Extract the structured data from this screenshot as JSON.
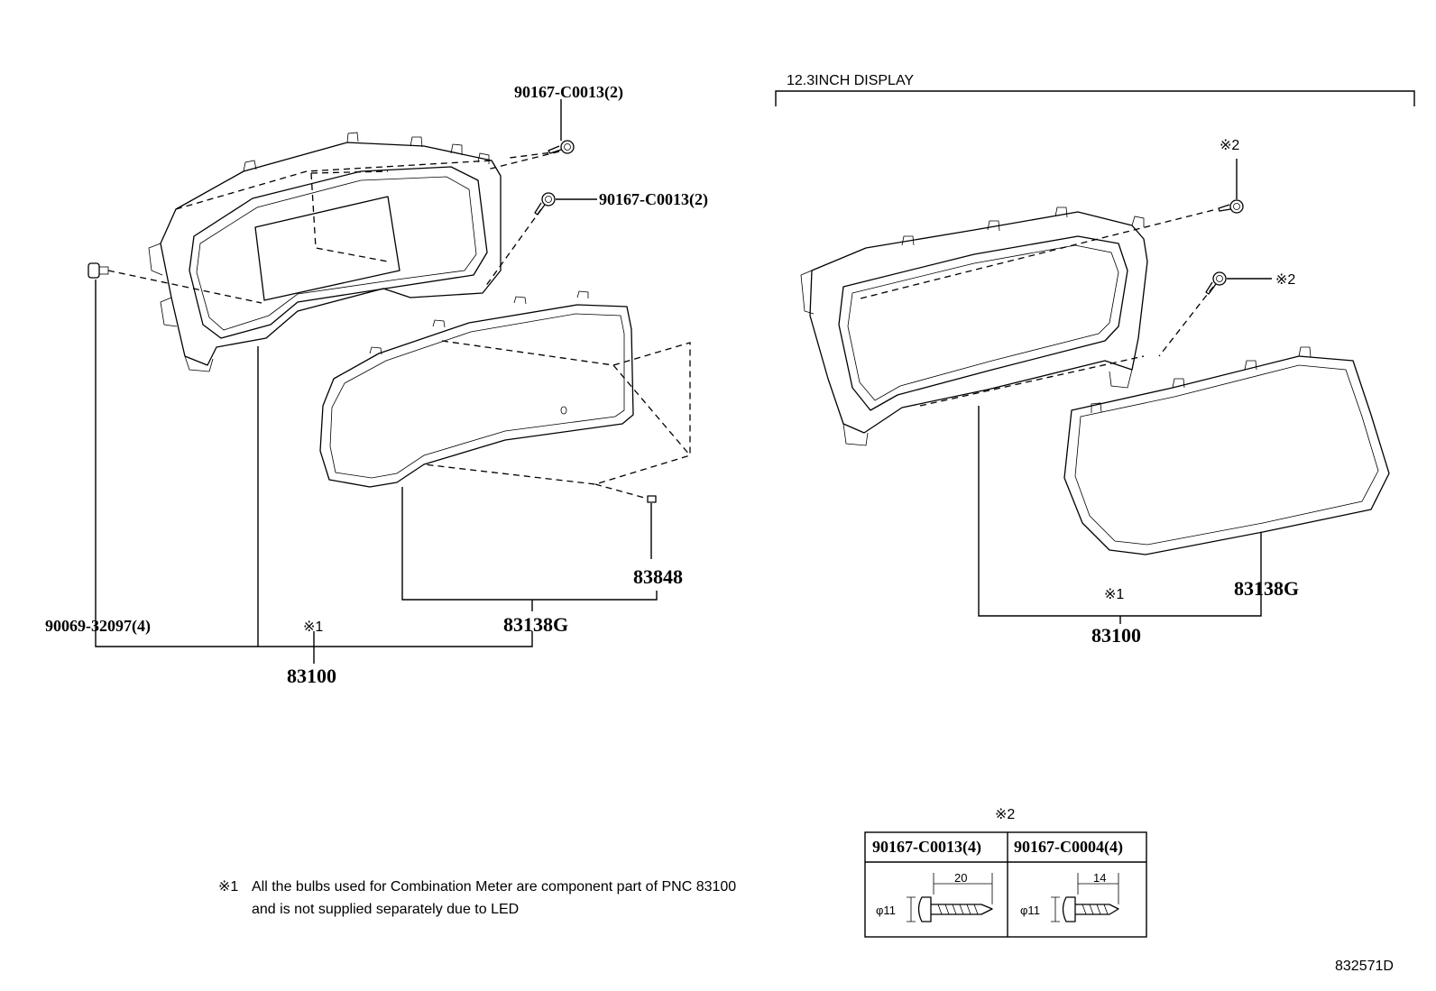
{
  "left_assembly": {
    "bolt_top_1": "90167-C0013(2)",
    "bolt_top_2": "90167-C0013(2)",
    "bolt_side": "90069-32097(4)",
    "note_mark": "※1",
    "main_part": "83100",
    "lens_part": "83138G",
    "clip_part": "83848"
  },
  "right_assembly": {
    "section_title": "12.3INCH DISPLAY",
    "screw_mark_1": "※2",
    "screw_mark_2": "※2",
    "note_mark": "※1",
    "main_part": "83100",
    "lens_part": "83138G"
  },
  "footnote": {
    "mark": "※1",
    "line1": "All the bulbs used for Combination Meter are component part of PNC 83100",
    "line2": "and is not supplied separately due to LED"
  },
  "screw_table": {
    "mark": "※2",
    "col1_header": "90167-C0013(4)",
    "col2_header": "90167-C0004(4)",
    "col1_length": "20",
    "col2_length": "14",
    "col1_diameter": "φ11",
    "col2_diameter": "φ11"
  },
  "diagram_id": "832571D"
}
